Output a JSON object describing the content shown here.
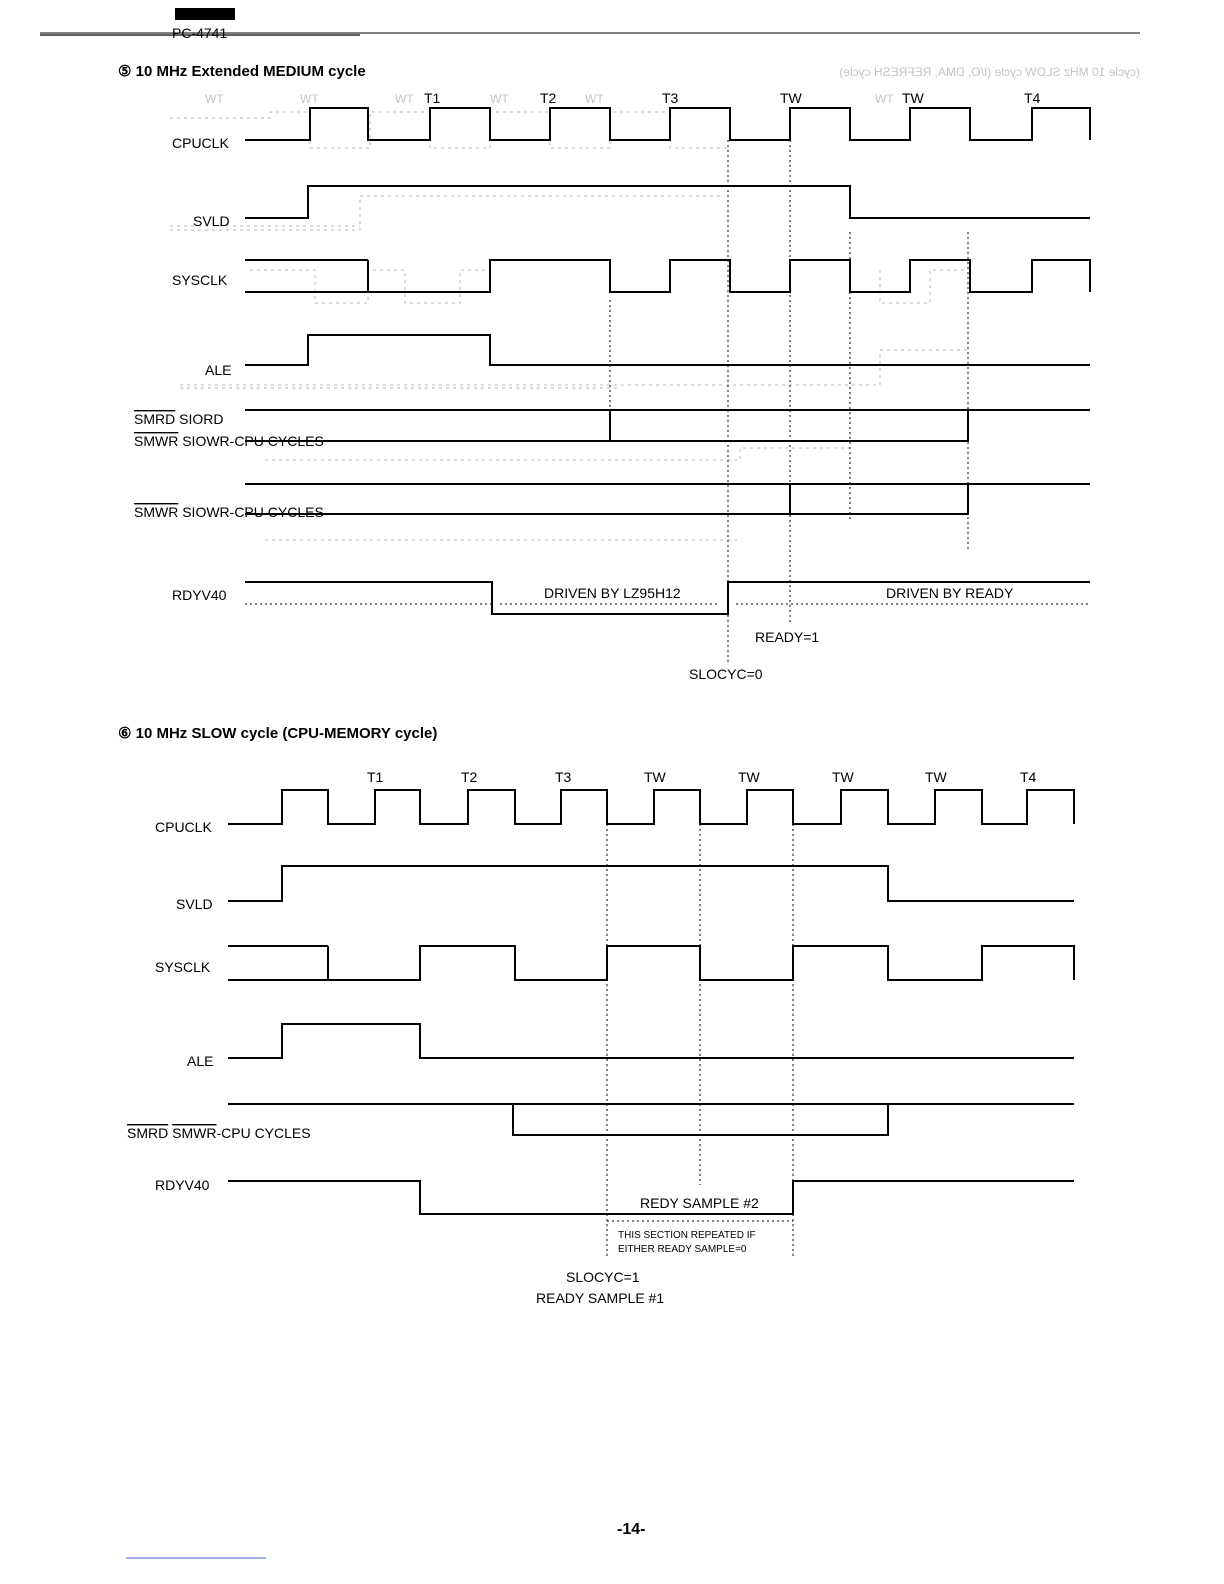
{
  "header": {
    "model": "PC-4741"
  },
  "diagram_a": {
    "title": "⑤ 10 MHz Extended MEDIUM cycle",
    "mirrored_bleed": "(cycle 10 MHz SLOW cycle (I/O, DMA, REFRESH cycle)",
    "states": [
      "T1",
      "T2",
      "T3",
      "TW",
      "TW",
      "T4"
    ],
    "ghost_states": [
      "WT",
      "WT",
      "WT",
      "WT",
      "WT",
      "WT"
    ],
    "signals": {
      "cpuclk": "CPUCLK",
      "svld": "SVLD",
      "sysclk": "SYSCLK",
      "ale": "ALE",
      "smrd_siord": [
        "SMRD",
        " SIORD"
      ],
      "smwr_siowr_1": [
        "SMWR",
        " SIOWR-CPU CYCLES"
      ],
      "smwr_siowr_2": [
        "SMWR",
        " SIOWR-CPU CYCLES"
      ],
      "rdyv40": "RDYV40"
    },
    "annotations": {
      "driven_by_chip": "DRIVEN BY LZ95H12",
      "driven_by_ready": "DRIVEN BY READY",
      "ready": "READY=1",
      "slocyc": "SLOCYC=0"
    }
  },
  "diagram_b": {
    "title": "⑥ 10 MHz SLOW cycle (CPU-MEMORY cycle)",
    "states": [
      "T1",
      "T2",
      "T3",
      "TW",
      "TW",
      "TW",
      "TW",
      "T4"
    ],
    "signals": {
      "cpuclk": "CPUCLK",
      "svld": "SVLD",
      "sysclk": "SYSCLK",
      "ale": "ALE",
      "smrd_smwr": [
        "SMRD",
        " ",
        "SMWR",
        "-CPU CYCLES"
      ],
      "rdyv40": "RDYV40"
    },
    "annotations": {
      "ready_sample_2": "REDY SAMPLE #2",
      "repeat_note_1": "THIS SECTION REPEATED IF",
      "repeat_note_2": "EITHER READY SAMPLE=0",
      "slocyc": "SLOCYC=1",
      "ready_sample_1": "READY SAMPLE #1"
    }
  },
  "footer": {
    "page_number": "-14-"
  }
}
